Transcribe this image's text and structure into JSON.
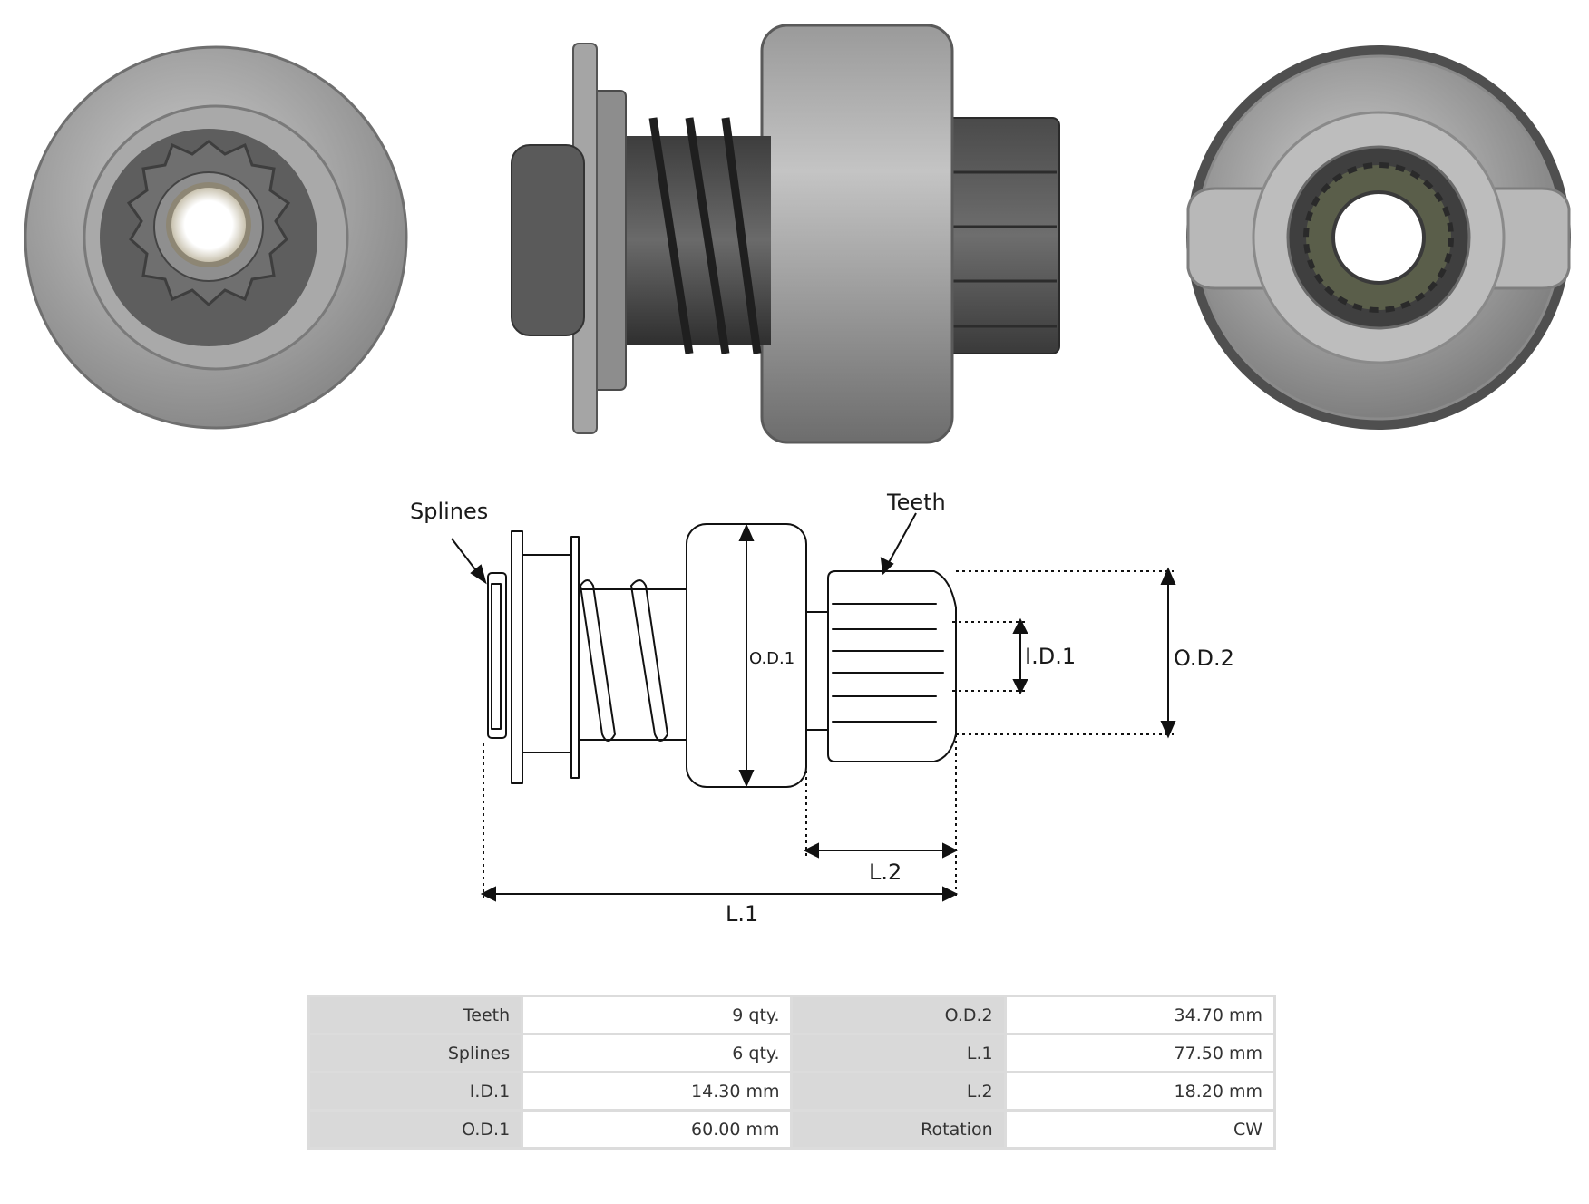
{
  "colors": {
    "metal_light": "#bfbfbf",
    "metal_mid": "#8c8c8c",
    "metal_dark": "#4a4a4a",
    "line": "#111111",
    "table_label_bg": "#d9d9d9",
    "table_value_bg": "#ffffff"
  },
  "diagram": {
    "callout_splines": "Splines",
    "callout_teeth": "Teeth",
    "dim_od1": "O.D.1",
    "dim_id1": "I.D.1",
    "dim_od2": "O.D.2",
    "dim_l2": "L.2",
    "dim_l1": "L.1"
  },
  "specs": {
    "rows": [
      {
        "label1": "Teeth",
        "value1": "9 qty.",
        "label2": "O.D.2",
        "value2": "34.70 mm"
      },
      {
        "label1": "Splines",
        "value1": "6 qty.",
        "label2": "L.1",
        "value2": "77.50 mm"
      },
      {
        "label1": "I.D.1",
        "value1": "14.30 mm",
        "label2": "L.2",
        "value2": "18.20 mm"
      },
      {
        "label1": "O.D.1",
        "value1": "60.00 mm",
        "label2": "Rotation",
        "value2": "CW"
      }
    ]
  }
}
